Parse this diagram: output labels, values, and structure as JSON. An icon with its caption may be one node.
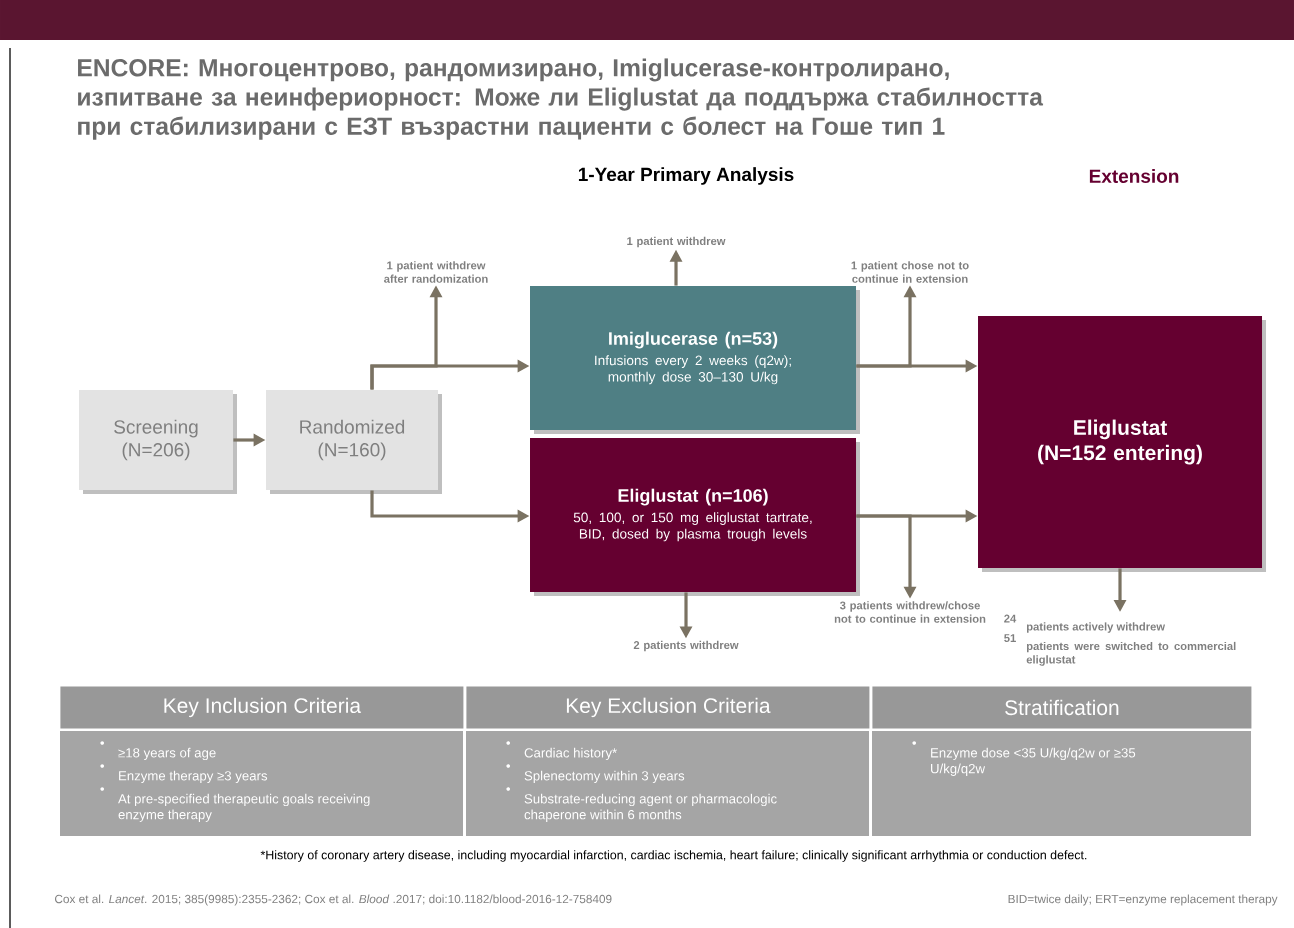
{
  "diagram": {
    "title": "ENCORE: Многоцентрово, рандомизирано, Imiglucerase-контролирано, изпитване за неинфериорност: Може ли  Eliglustat да поддържа стабилността при стабилизирани с ЕЗТ възрастни пациенти с болест на Гоше тип 1",
    "nodes": [
      {
        "text": [
          "Screening (N=206)"
        ]
      },
      {
        "text": [
          "Randomized (N=160)"
        ]
      },
      {
        "text": [
          "Imiglucerase (n=53)",
          "Infusions every 2 weeks (q2w); monthly dose 30–130 U/kg"
        ]
      },
      {
        "text": [
          "Eliglustat (n=106)",
          "50, 100, or 150 mg eliglustat tartrate, BID, dosed by plasma trough levels"
        ]
      },
      {
        "text": [
          "Eliglustat (N=152 entering)"
        ]
      },
      {
        "text": [
          "1 patient withdrew after randomization"
        ]
      },
      {
        "text": [
          "1 patient withdrew"
        ]
      },
      {
        "text": [
          "1 patient chose not to continue in extension"
        ]
      },
      {
        "text": [
          "2 patients withdrew"
        ]
      },
      {
        "text": [
          "3 patients withdrew/chose not to continue in extension"
        ]
      },
      {
        "text": [
          "24",
          "patients actively withdrew",
          "51",
          "patients were switched to commercial eliglustat"
        ]
      },
      {
        "text": [
          "Key Inclusion Criteria",
          "≥18 years of age",
          "Enzyme therapy ≥3 years",
          "At pre-specified therapeutic goals receiving enzyme therapy"
        ]
      },
      {
        "text": [
          "Key Exclusion Criteria",
          "Cardiac history*",
          "Splenectomy within 3 years",
          "Substrate-reducing agent or pharmacologic chaperone within 6 months"
        ]
      },
      {
        "text": [
          "Stratification",
          "Enzyme dose <35 U/kg/q2w or ≥35 U/kg/q2w"
        ]
      }
    ],
    "edges": [
      {
        "from": 0,
        "to": 1,
        "arrow": "to"
      },
      {
        "from": 1,
        "to": 2,
        "arrow": "to"
      },
      {
        "from": 1,
        "to": 5,
        "arrow": "to"
      },
      {
        "from": 1,
        "to": 3,
        "arrow": "to"
      },
      {
        "from": 2,
        "to": 6,
        "arrow": "to"
      },
      {
        "from": 2,
        "to": 4,
        "arrow": "to"
      },
      {
        "from": 2,
        "to": 7,
        "arrow": "to"
      },
      {
        "from": 3,
        "to": 4,
        "arrow": "to"
      },
      {
        "from": 3,
        "to": 8,
        "arrow": "to"
      },
      {
        "from": 3,
        "to": 9,
        "arrow": "to"
      },
      {
        "from": 4,
        "to": 10,
        "arrow": "to"
      }
    ],
    "labels": [
      "1-Year Primary Analysis",
      "Extension",
      "*History of coronary artery disease, including myocardial infarction, cardiac ischemia, heart failure; clinically significant arrhythmia or conduction defect.",
      "Cox et al. *Lancet*. 2015; 385(9985):2355-2362; Cox et al. *Blood* .2017; doi:10.1182/blood-2016-12-758409",
      "BID=twice daily; ERT=enzyme replacement therapy"
    ]
  }
}
